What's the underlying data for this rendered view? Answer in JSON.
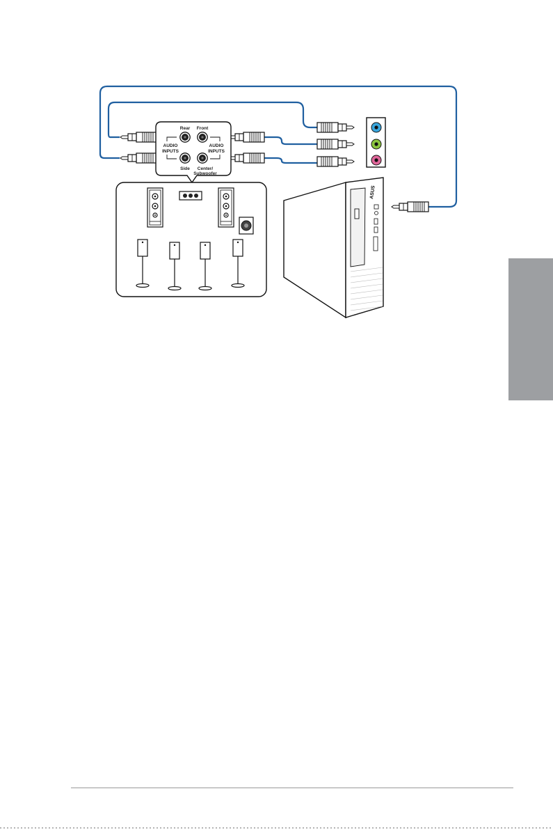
{
  "audio_panel": {
    "rear_label": "Rear",
    "front_label": "Front",
    "side_label": "Side",
    "center_label_line1": "Center/",
    "center_label_line2": "Subwoofer",
    "left_inputs_line1": "AUDIO",
    "left_inputs_line2": "INPUTS",
    "right_inputs_line1": "AUDIO",
    "right_inputs_line2": "INPUTS"
  },
  "pc_jacks": [
    {
      "name": "line-in",
      "color": "#3aa6dd"
    },
    {
      "name": "line-out",
      "color": "#8cc63f"
    },
    {
      "name": "mic-in",
      "color": "#e0669a"
    }
  ],
  "cable_color": "#1f5fa0",
  "side_tab_color": "#9d9fa2"
}
